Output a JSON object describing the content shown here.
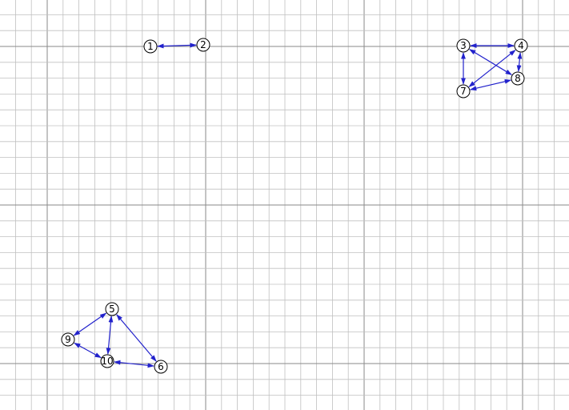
{
  "graph": {
    "nodes": [
      {
        "id": "1",
        "label": "1"
      },
      {
        "id": "2",
        "label": "2"
      },
      {
        "id": "3",
        "label": "3"
      },
      {
        "id": "4",
        "label": "4"
      },
      {
        "id": "5",
        "label": "5"
      },
      {
        "id": "6",
        "label": "6"
      },
      {
        "id": "7",
        "label": "7"
      },
      {
        "id": "8",
        "label": "8"
      },
      {
        "id": "9",
        "label": "9"
      },
      {
        "id": "10",
        "label": "10"
      }
    ],
    "edges": [
      {
        "from": "1",
        "to": "2",
        "directed": "both"
      },
      {
        "from": "3",
        "to": "4",
        "directed": "both"
      },
      {
        "from": "3",
        "to": "7",
        "directed": "both"
      },
      {
        "from": "3",
        "to": "8",
        "directed": "both"
      },
      {
        "from": "4",
        "to": "7",
        "directed": "both"
      },
      {
        "from": "4",
        "to": "8",
        "directed": "both"
      },
      {
        "from": "7",
        "to": "8",
        "directed": "both"
      },
      {
        "from": "5",
        "to": "9",
        "directed": "both"
      },
      {
        "from": "5",
        "to": "10",
        "directed": "both"
      },
      {
        "from": "5",
        "to": "6",
        "directed": "both"
      },
      {
        "from": "9",
        "to": "10",
        "directed": "both"
      },
      {
        "from": "10",
        "to": "6",
        "directed": "both"
      }
    ]
  },
  "colors": {
    "background": "#ffffff",
    "grid_minor": "#c0c0c0",
    "grid_major": "#8a8a8a",
    "edge": "#2222cc",
    "node_stroke": "#000000"
  }
}
